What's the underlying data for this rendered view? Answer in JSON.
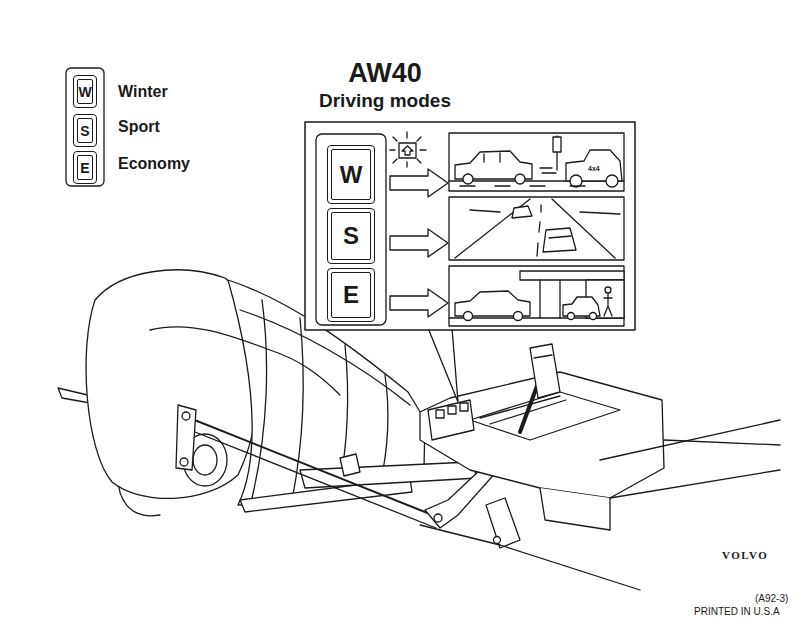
{
  "diagram": {
    "title": "AW40",
    "nodes": [
      {
        "text": [
          "W"
        ]
      },
      {
        "text": [
          "S"
        ]
      },
      {
        "text": [
          "E"
        ]
      },
      {
        "text": [
          "W"
        ]
      },
      {
        "text": [
          "S"
        ]
      },
      {
        "text": [
          "E"
        ]
      }
    ],
    "labels": [
      "Winter",
      "Sport",
      "Economy",
      "Driving modes",
      "4x4",
      "VOLVO",
      "(A92-3)",
      "PRINTED IN U.S.A"
    ]
  }
}
